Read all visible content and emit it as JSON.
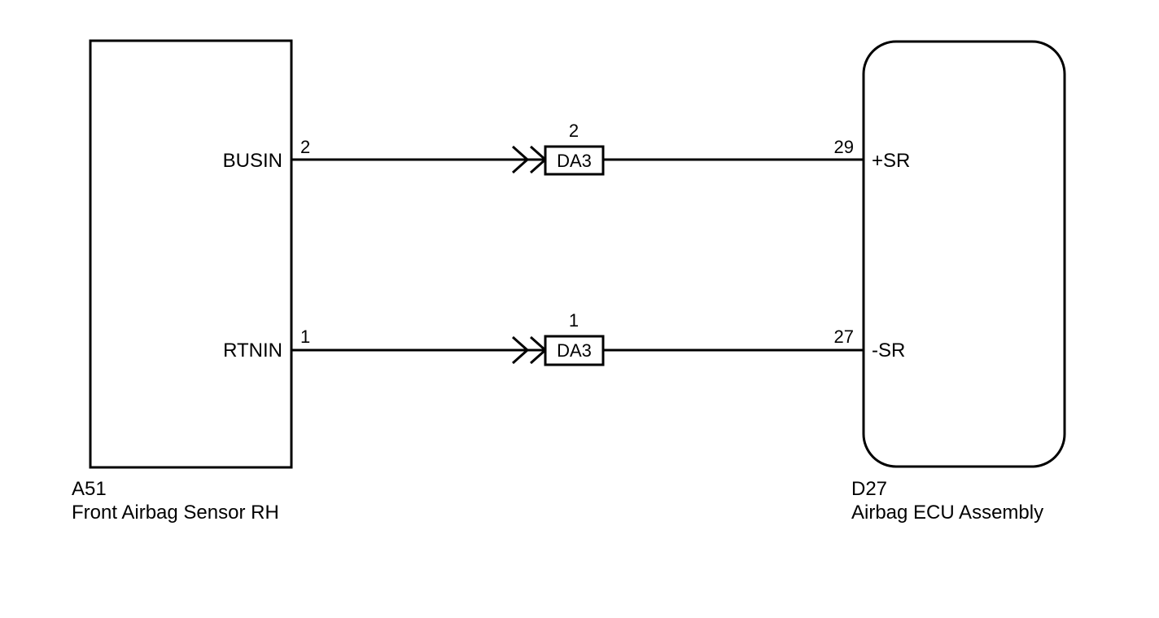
{
  "left_component": {
    "code": "A51",
    "name": "Front Airbag Sensor RH"
  },
  "right_component": {
    "code": "D27",
    "name": "Airbag ECU Assembly"
  },
  "wires": [
    {
      "left_terminal": "BUSIN",
      "left_pin": "2",
      "connector": "DA3",
      "connector_pin": "2",
      "right_pin": "29",
      "right_terminal": "+SR"
    },
    {
      "left_terminal": "RTNIN",
      "left_pin": "1",
      "connector": "DA3",
      "connector_pin": "1",
      "right_pin": "27",
      "right_terminal": "-SR"
    }
  ]
}
